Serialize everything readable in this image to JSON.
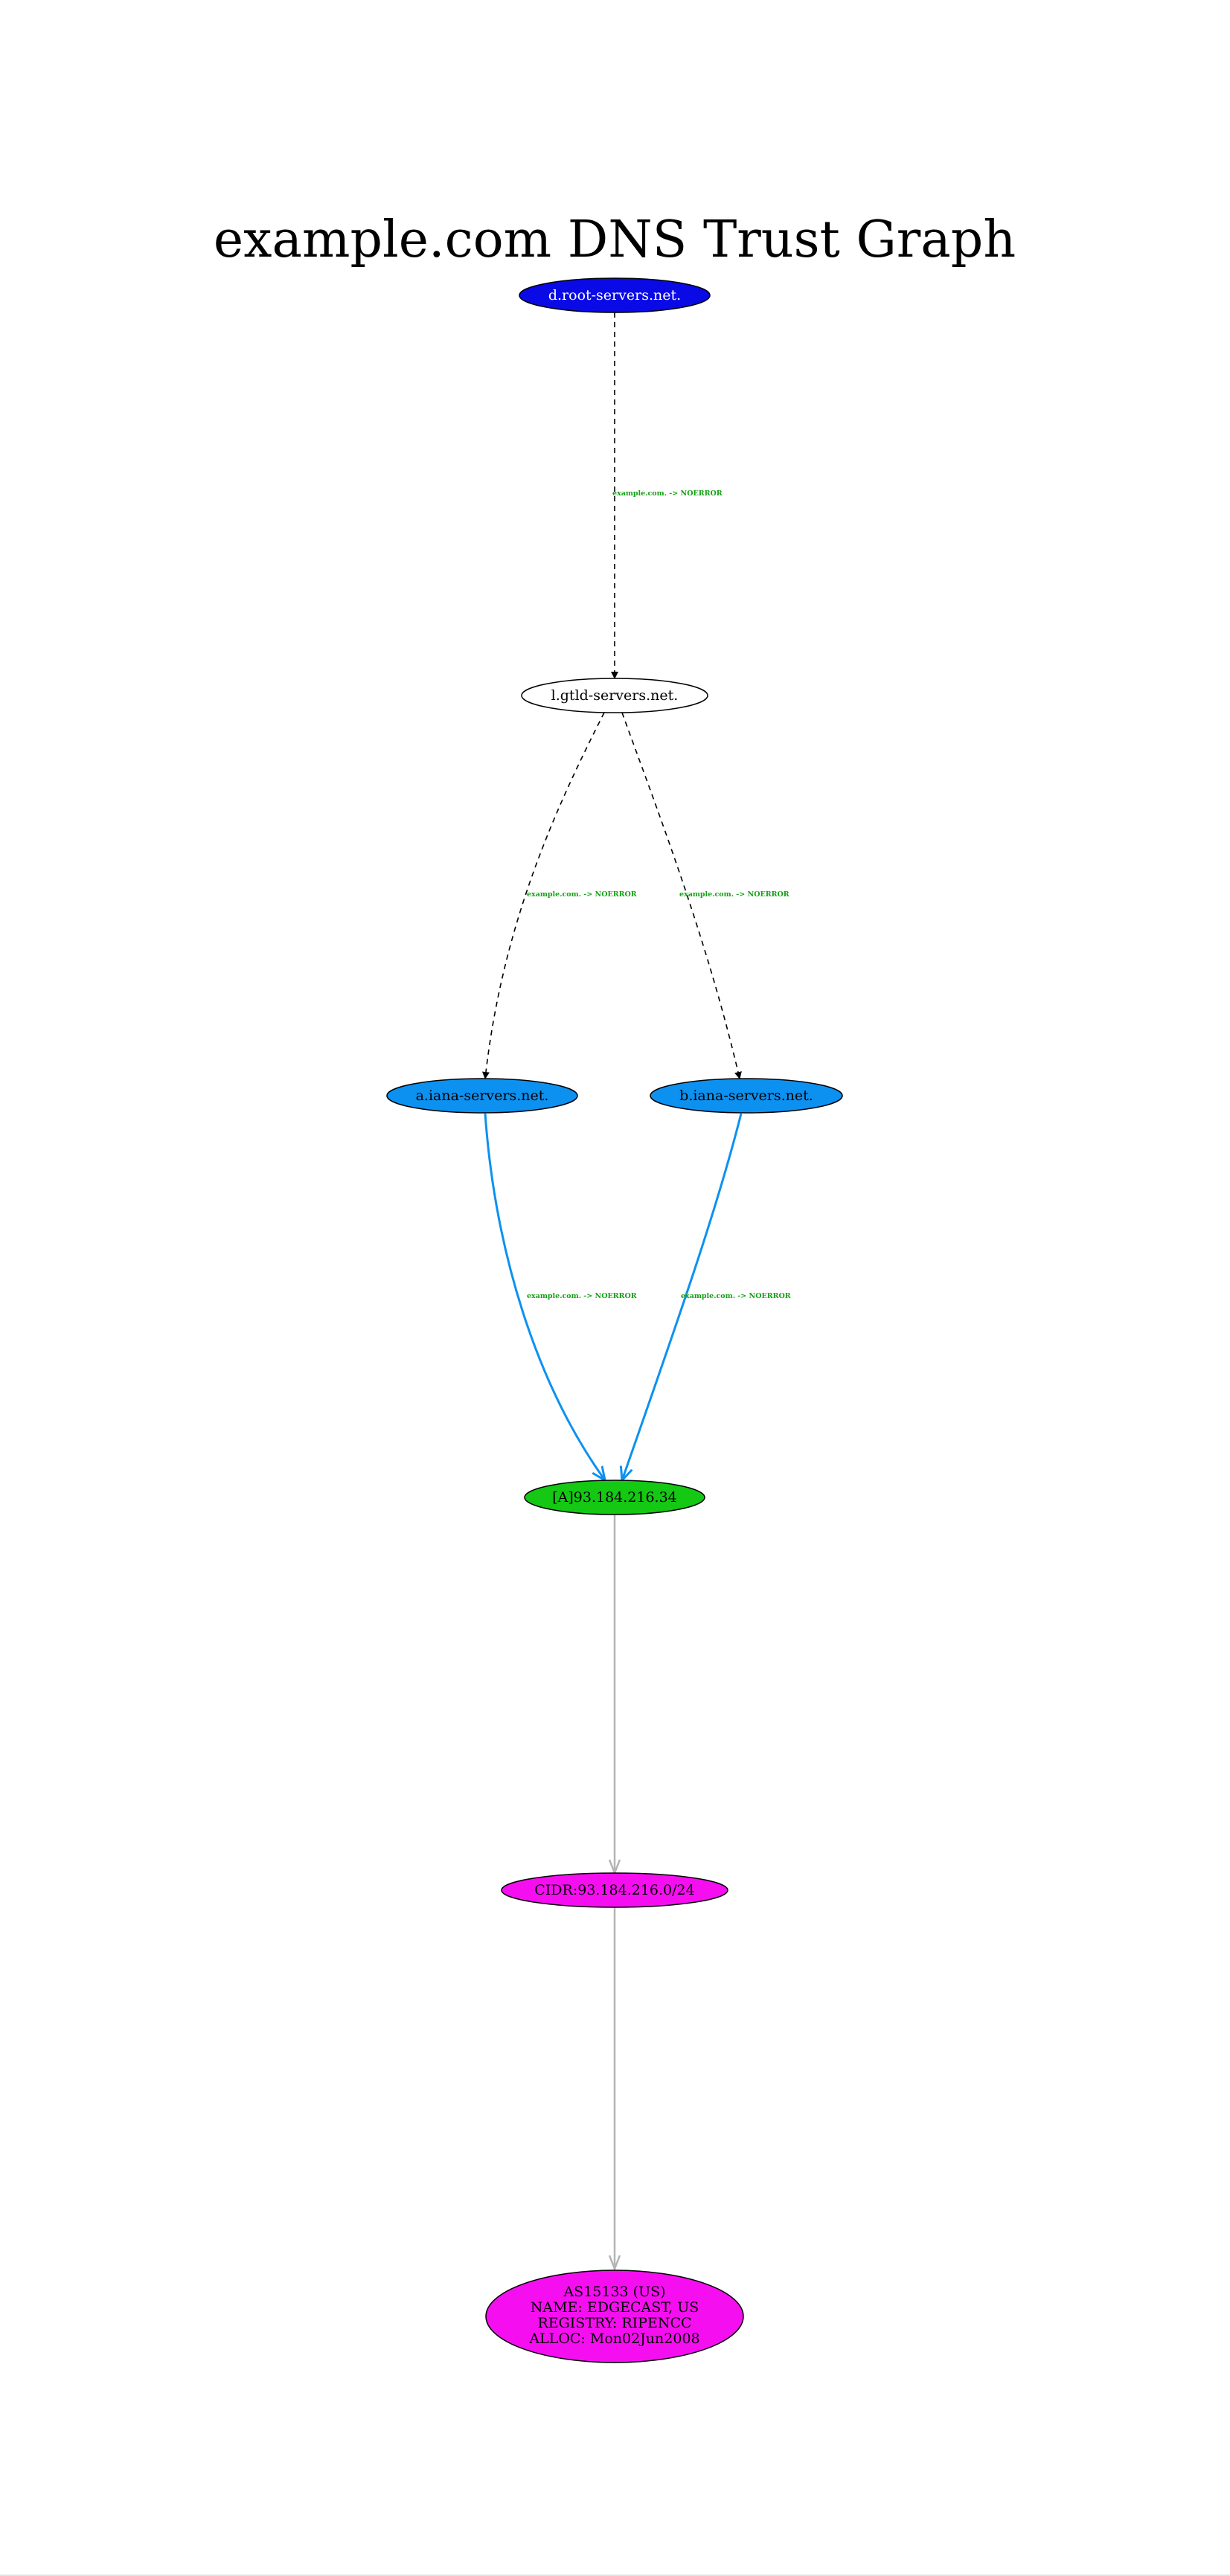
{
  "title": "example.com DNS Trust Graph",
  "colors": {
    "root_fill": "#0a0ae6",
    "root_text": "#ffffff",
    "plain_fill": "#ffffff",
    "iana_fill": "#0d91f0",
    "a_record_fill": "#14c814",
    "cidr_fill": "#f50ff0",
    "asn_fill": "#f50ff0",
    "node_text": "#000000",
    "edge_label": "#14a014",
    "query_edge": "#000000",
    "answer_edge": "#0d91f0",
    "infra_edge": "#b4b4b4"
  },
  "nodes": {
    "root": {
      "label": "d.root-servers.net."
    },
    "gtld": {
      "label": "l.gtld-servers.net."
    },
    "iana_a": {
      "label": "a.iana-servers.net."
    },
    "iana_b": {
      "label": "b.iana-servers.net."
    },
    "a_record": {
      "label": "[A]93.184.216.34"
    },
    "cidr": {
      "label": "CIDR:93.184.216.0/24"
    },
    "asn": {
      "lines": [
        "AS15133 (US)",
        "NAME: EDGECAST, US",
        "REGISTRY: RIPENCC",
        "ALLOC: Mon02Jun2008"
      ]
    }
  },
  "edges": {
    "root_to_gtld": {
      "label": "example.com. -> NOERROR",
      "style": "dashed"
    },
    "gtld_to_iana_a": {
      "label": "example.com. -> NOERROR",
      "style": "dashed"
    },
    "gtld_to_iana_b": {
      "label": "example.com. -> NOERROR",
      "style": "dashed"
    },
    "iana_a_to_a_record": {
      "label": "example.com. -> NOERROR",
      "style": "solid"
    },
    "iana_b_to_a_record": {
      "label": "example.com. -> NOERROR",
      "style": "solid"
    },
    "a_record_to_cidr": {
      "label": "",
      "style": "solid"
    },
    "cidr_to_asn": {
      "label": "",
      "style": "solid"
    }
  }
}
